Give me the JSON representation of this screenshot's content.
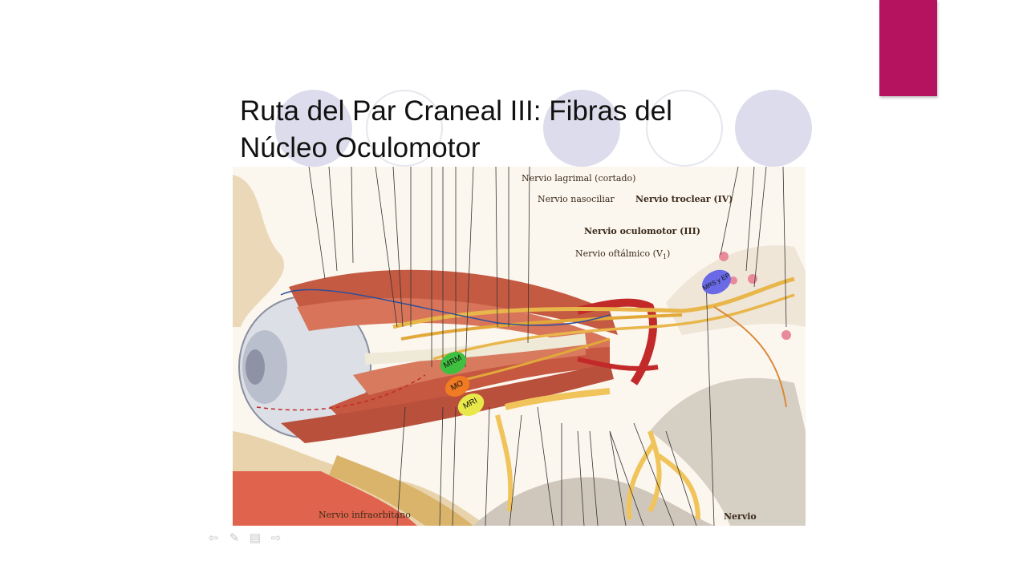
{
  "slide": {
    "title": "Ruta del Par Craneal III: Fibras del Núcleo Oculomotor",
    "accent_color": "#b5135f"
  },
  "figure": {
    "labels": {
      "lagrimal": "Nervio lagrimal",
      "lagrimal_note": "(cortado)",
      "nasociliar": "Nervio nasociliar",
      "troclear": "Nervio troclear (IV)",
      "oculomotor": "Nervio oculomotor (III)",
      "oftalmico": "Nervio oftálmico (V",
      "oftalmico_sub": "1",
      "oftalmico_close": ")",
      "infraorbitario": "Nervio infraorbitano",
      "abducens": "Nervio"
    },
    "markers": {
      "mrm": "MRM",
      "mo": "MO",
      "mri": "MRI",
      "mrs": "MRS y EP"
    }
  },
  "nav": {
    "prev_icon": "arrow-left-icon",
    "pen_icon": "pen-icon",
    "menu_icon": "slide-menu-icon",
    "next_icon": "arrow-right-icon"
  }
}
